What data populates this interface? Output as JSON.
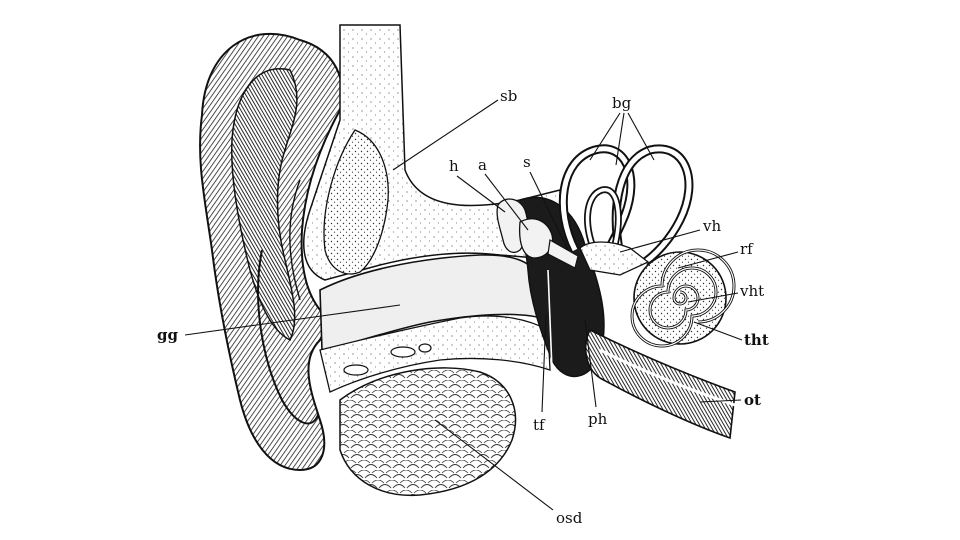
{
  "labels": {
    "sb": "sb",
    "bg": "bg",
    "h": "h",
    "a": "a",
    "s": "s",
    "vh": "vh",
    "rf": "rf",
    "vht": "vht",
    "tht": "tht",
    "gg": "gg",
    "ot": "ot",
    "tf": "tf",
    "ph": "ph",
    "osd": "osd"
  }
}
